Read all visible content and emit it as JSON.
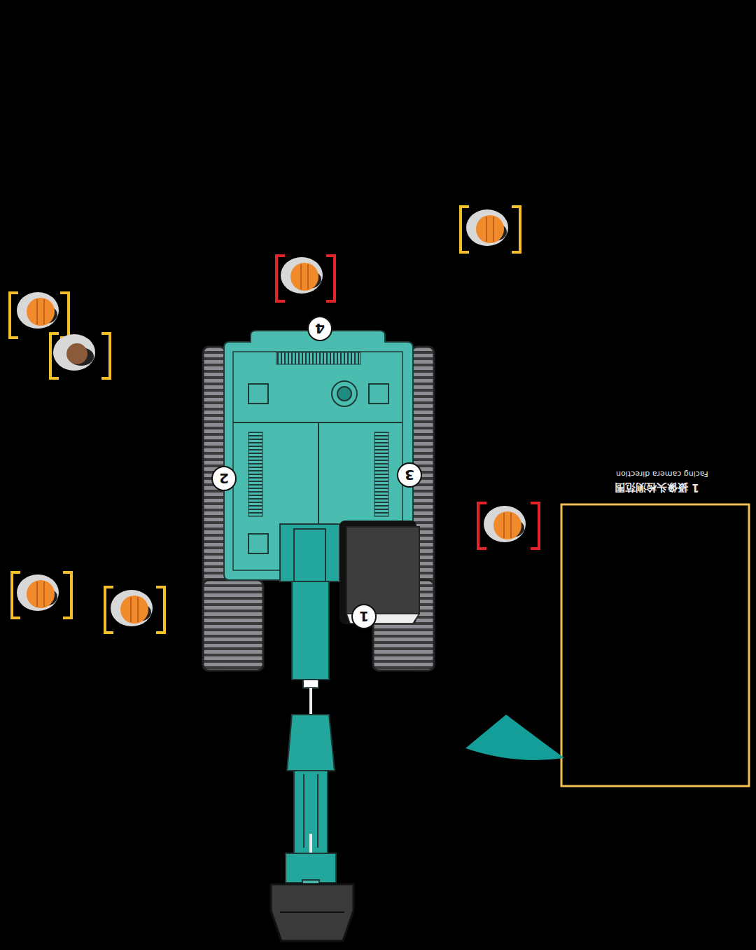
{
  "diagram": {
    "labels": [
      "4",
      "2",
      "3",
      "1",
      "1 摄像头检测范围",
      "Facing camera direction"
    ]
  }
}
